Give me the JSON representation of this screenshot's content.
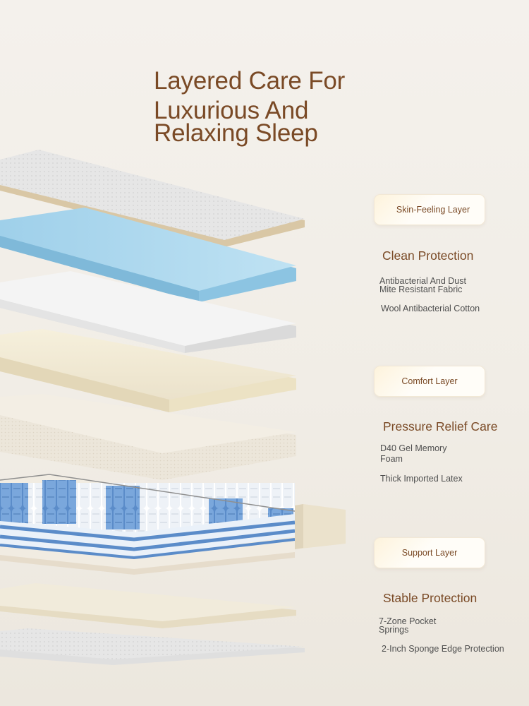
{
  "title": {
    "line1": "Layered Care For",
    "line2": "Luxurious And",
    "line3": "Relaxing Sleep"
  },
  "sections": [
    {
      "label": "Skin-Feeling Layer",
      "heading": "Clean Protection",
      "items": [
        "Antibacterial And Dust Mite Resistant Fabric",
        "Wool Antibacterial Cotton"
      ]
    },
    {
      "label": "Comfort Layer",
      "heading": "Pressure Relief Care",
      "items": [
        "D40 Gel Memory Foam",
        "Thick Imported Latex"
      ]
    },
    {
      "label": "Support Layer",
      "heading": "Stable Protection",
      "items": [
        "7-Zone Pocket Springs",
        "2-Inch Sponge Edge Protection"
      ]
    }
  ],
  "colors": {
    "accent_brown": "#7a4a26",
    "text_gray": "#4f4f4f",
    "background": "#f2eee8"
  }
}
